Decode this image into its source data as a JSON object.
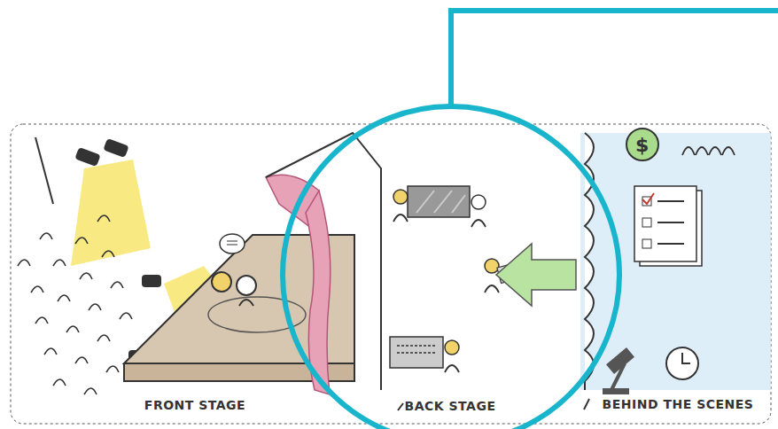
{
  "diagram": {
    "labels": [
      "FRONT STAGE",
      "BACK STAGE",
      "BEHIND THE SCENES",
      "$"
    ]
  }
}
